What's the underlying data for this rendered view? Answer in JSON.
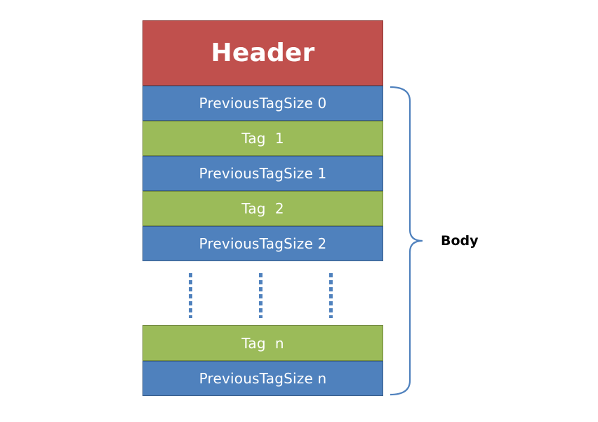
{
  "diagram": {
    "header_label": "Header",
    "blocks": [
      {
        "label": "PreviousTagSize 0"
      },
      {
        "label": "Tag  1"
      },
      {
        "label": "PreviousTagSize 1"
      },
      {
        "label": "Tag  2"
      },
      {
        "label": "PreviousTagSize 2"
      },
      {
        "label": "Tag  n"
      },
      {
        "label": "PreviousTagSize n"
      }
    ],
    "brace_label": "Body",
    "colors": {
      "header": "#c0504d",
      "previous_tag_size": "#4f81bd",
      "tag": "#9bbb59",
      "brace": "#4f81bd"
    }
  }
}
